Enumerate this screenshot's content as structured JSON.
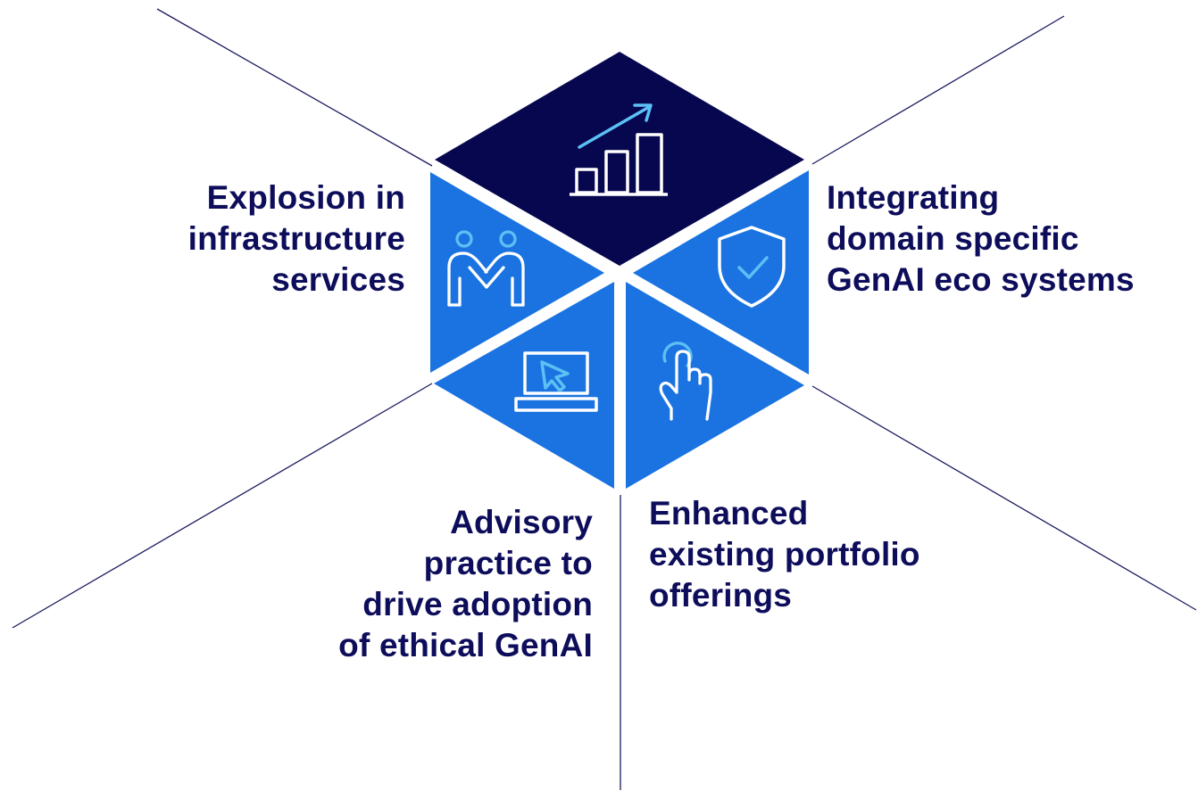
{
  "colors": {
    "navy": "#06074f",
    "blue": "#1a73e0",
    "icon_stroke": "#ffffff",
    "icon_accent": "#5cc0f5",
    "text": "#0d0d5b",
    "line": "#1a1a5e"
  },
  "segments": [
    {
      "icon": "growth-chart-icon",
      "lines": []
    },
    {
      "icon": "handshake-people-icon",
      "lines": [
        "Explosion in",
        "infrastructure",
        "services"
      ]
    },
    {
      "icon": "shield-check-icon",
      "lines": [
        "Integrating",
        "domain specific",
        "GenAI eco systems"
      ]
    },
    {
      "icon": "laptop-cursor-icon",
      "lines": [
        "Advisory",
        "practice to",
        "drive adoption",
        "of ethical GenAI"
      ]
    },
    {
      "icon": "touch-hand-icon",
      "lines": [
        "Enhanced",
        "existing portfolio",
        "offerings"
      ]
    }
  ]
}
